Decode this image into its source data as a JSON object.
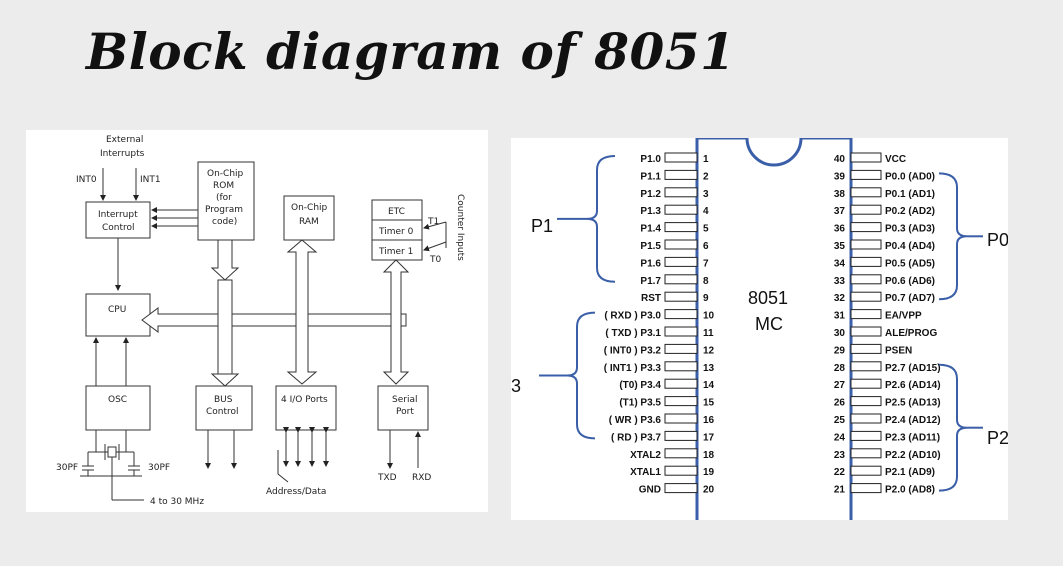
{
  "title": "Block diagram of 8051",
  "block": {
    "external_interrupts_1": "External",
    "external_interrupts_2": "Interrupts",
    "int0": "INT0",
    "int1": "INT1",
    "interrupt_control_1": "Interrupt",
    "interrupt_control_2": "Control",
    "rom": [
      "On-Chip",
      "ROM",
      "(for",
      "Program",
      "code)"
    ],
    "ram": [
      "On-Chip",
      "RAM"
    ],
    "etc": "ETC",
    "timer0": "Timer 0",
    "timer1": "Timer 1",
    "t1": "T1",
    "t0": "T0",
    "counter_inputs": "Counter Inputs",
    "cpu": "CPU",
    "osc": "OSC",
    "bus_control_1": "BUS",
    "bus_control_2": "Control",
    "io_ports": "4 I/O Ports",
    "serial_port_1": "Serial",
    "serial_port_2": "Port",
    "cap_left": "30PF",
    "cap_right": "30PF",
    "freq": "4 to 30 MHz",
    "address_data": "Address/Data",
    "txd": "TXD",
    "rxd": "RXD"
  },
  "pinout": {
    "chip_label_1": "8051",
    "chip_label_2": "MC",
    "left_pins": [
      {
        "num": "1",
        "name": "P1.0"
      },
      {
        "num": "2",
        "name": "P1.1"
      },
      {
        "num": "3",
        "name": "P1.2"
      },
      {
        "num": "4",
        "name": "P1.3"
      },
      {
        "num": "5",
        "name": "P1.4"
      },
      {
        "num": "6",
        "name": "P1.5"
      },
      {
        "num": "7",
        "name": "P1.6"
      },
      {
        "num": "8",
        "name": "P1.7"
      },
      {
        "num": "9",
        "name": "RST"
      },
      {
        "num": "10",
        "name": "( RXD ) P3.0"
      },
      {
        "num": "11",
        "name": "( TXD ) P3.1"
      },
      {
        "num": "12",
        "name": "( INT0 ) P3.2"
      },
      {
        "num": "13",
        "name": "( INT1 ) P3.3"
      },
      {
        "num": "14",
        "name": "(T0) P3.4"
      },
      {
        "num": "15",
        "name": "(T1) P3.5"
      },
      {
        "num": "16",
        "name": "( WR ) P3.6"
      },
      {
        "num": "17",
        "name": "( RD ) P3.7"
      },
      {
        "num": "18",
        "name": "XTAL2"
      },
      {
        "num": "19",
        "name": "XTAL1"
      },
      {
        "num": "20",
        "name": "GND"
      }
    ],
    "right_pins": [
      {
        "num": "40",
        "name": "VCC"
      },
      {
        "num": "39",
        "name": "P0.0 (AD0)"
      },
      {
        "num": "38",
        "name": "P0.1 (AD1)"
      },
      {
        "num": "37",
        "name": "P0.2 (AD2)"
      },
      {
        "num": "36",
        "name": "P0.3 (AD3)"
      },
      {
        "num": "35",
        "name": "P0.4 (AD4)"
      },
      {
        "num": "34",
        "name": "P0.5 (AD5)"
      },
      {
        "num": "33",
        "name": "P0.6 (AD6)"
      },
      {
        "num": "32",
        "name": "P0.7 (AD7)"
      },
      {
        "num": "31",
        "name": "EA/VPP"
      },
      {
        "num": "30",
        "name": "ALE/PROG"
      },
      {
        "num": "29",
        "name": "PSEN"
      },
      {
        "num": "28",
        "name": "P2.7 (AD15)"
      },
      {
        "num": "27",
        "name": "P2.6 (AD14)"
      },
      {
        "num": "26",
        "name": "P2.5 (AD13)"
      },
      {
        "num": "25",
        "name": "P2.4 (AD12)"
      },
      {
        "num": "24",
        "name": "P2.3 (AD11)"
      },
      {
        "num": "23",
        "name": "P2.2 (AD10)"
      },
      {
        "num": "22",
        "name": "P2.1 (AD9)"
      },
      {
        "num": "21",
        "name": "P2.0 (AD8)"
      }
    ],
    "groups": {
      "p1": "P1",
      "p3": "3",
      "p0": "P0",
      "p2": "P2"
    },
    "accent_color": "#3a5fa8"
  }
}
